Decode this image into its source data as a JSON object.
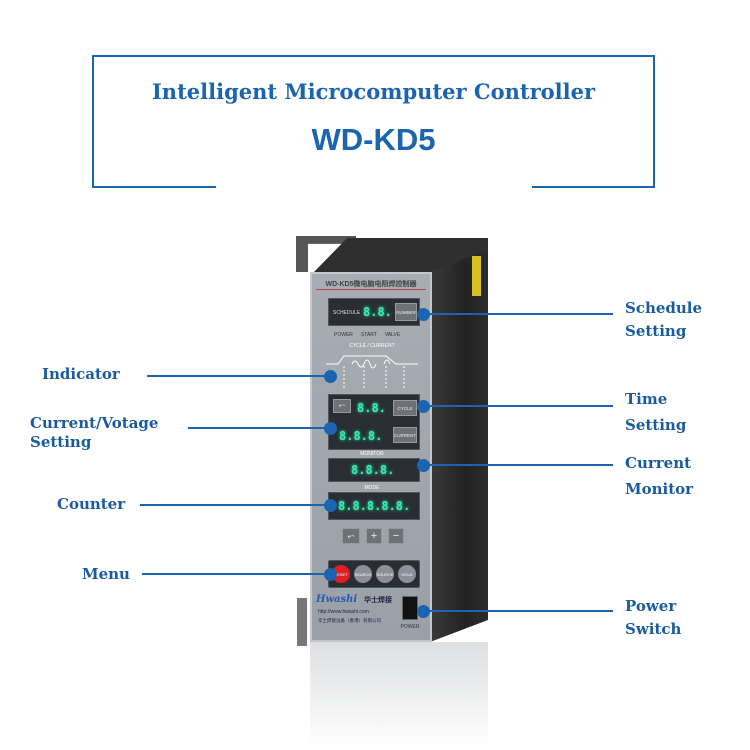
{
  "header": {
    "title": "Intelligent Microcomputer Controller",
    "model": "WD-KD5"
  },
  "device": {
    "panel_title": "WD-KD5微电脑电阻焊控制器",
    "schedule_label": "SCHEDULE",
    "schedule_display": "8.8.",
    "number_button": "NUMBER",
    "indicators": [
      "POWER",
      "START",
      "VALVE"
    ],
    "cycle_current_label": "CYCLE / CURRENT",
    "cycle_display": "8.8.",
    "cycle_button": "CYCLE",
    "current_display": "8.8.8.",
    "current_button": "CURRENT",
    "monitor_label": "MONITOR",
    "monitor_display": "8.8.8.",
    "mode_label": "MODE",
    "mode_display": "8.8.8.8.8.",
    "nav_buttons": [
      "+",
      "−"
    ],
    "menu_buttons": [
      "RESET",
      "SEARCH",
      "SOURCE",
      "HOLD"
    ],
    "brand_logo": "Hwashi",
    "brand_cn": "华士焊接",
    "brand_url": "http://www.hwashi.com",
    "brand_company": "华士焊接设备（香港）有限公司",
    "power_label": "POWER"
  },
  "callouts": {
    "schedule": [
      "Schedule",
      "Setting"
    ],
    "indicator": "Indicator",
    "time": [
      "Time",
      "Setting"
    ],
    "current_voltage": [
      "Current/Votage",
      "Setting"
    ],
    "monitor": [
      "Current",
      "Monitor"
    ],
    "counter": "Counter",
    "menu": "Menu",
    "power": [
      "Power",
      "Switch"
    ]
  },
  "colors": {
    "accent": "#1a64b0",
    "display": "#3fe8b0",
    "reset": "#e02020"
  }
}
